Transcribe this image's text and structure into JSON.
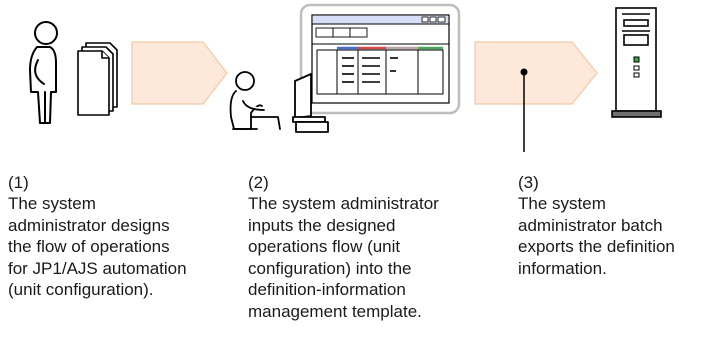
{
  "steps": [
    {
      "number": "(1)",
      "text": "The system\nadministrator designs\nthe flow of operations\nfor JP1/AJS automation\n(unit configuration)."
    },
    {
      "number": "(2)",
      "text": "The system administrator\ninputs the designed\noperations flow (unit\nconfiguration) into the\ndefinition-information\nmanagement template."
    },
    {
      "number": "(3)",
      "text": "The system\nadministrator batch\nexports the definition\ninformation."
    }
  ],
  "colors": {
    "arrow_fill": "#fde8d9",
    "arrow_stroke": "#f2c9a8",
    "screen_frame": "#c9c9c9",
    "screen_header": "#d9def7",
    "line": "#000000"
  },
  "icons": [
    "person-standing-icon",
    "documents-icon",
    "computer-user-icon",
    "server-icon"
  ]
}
